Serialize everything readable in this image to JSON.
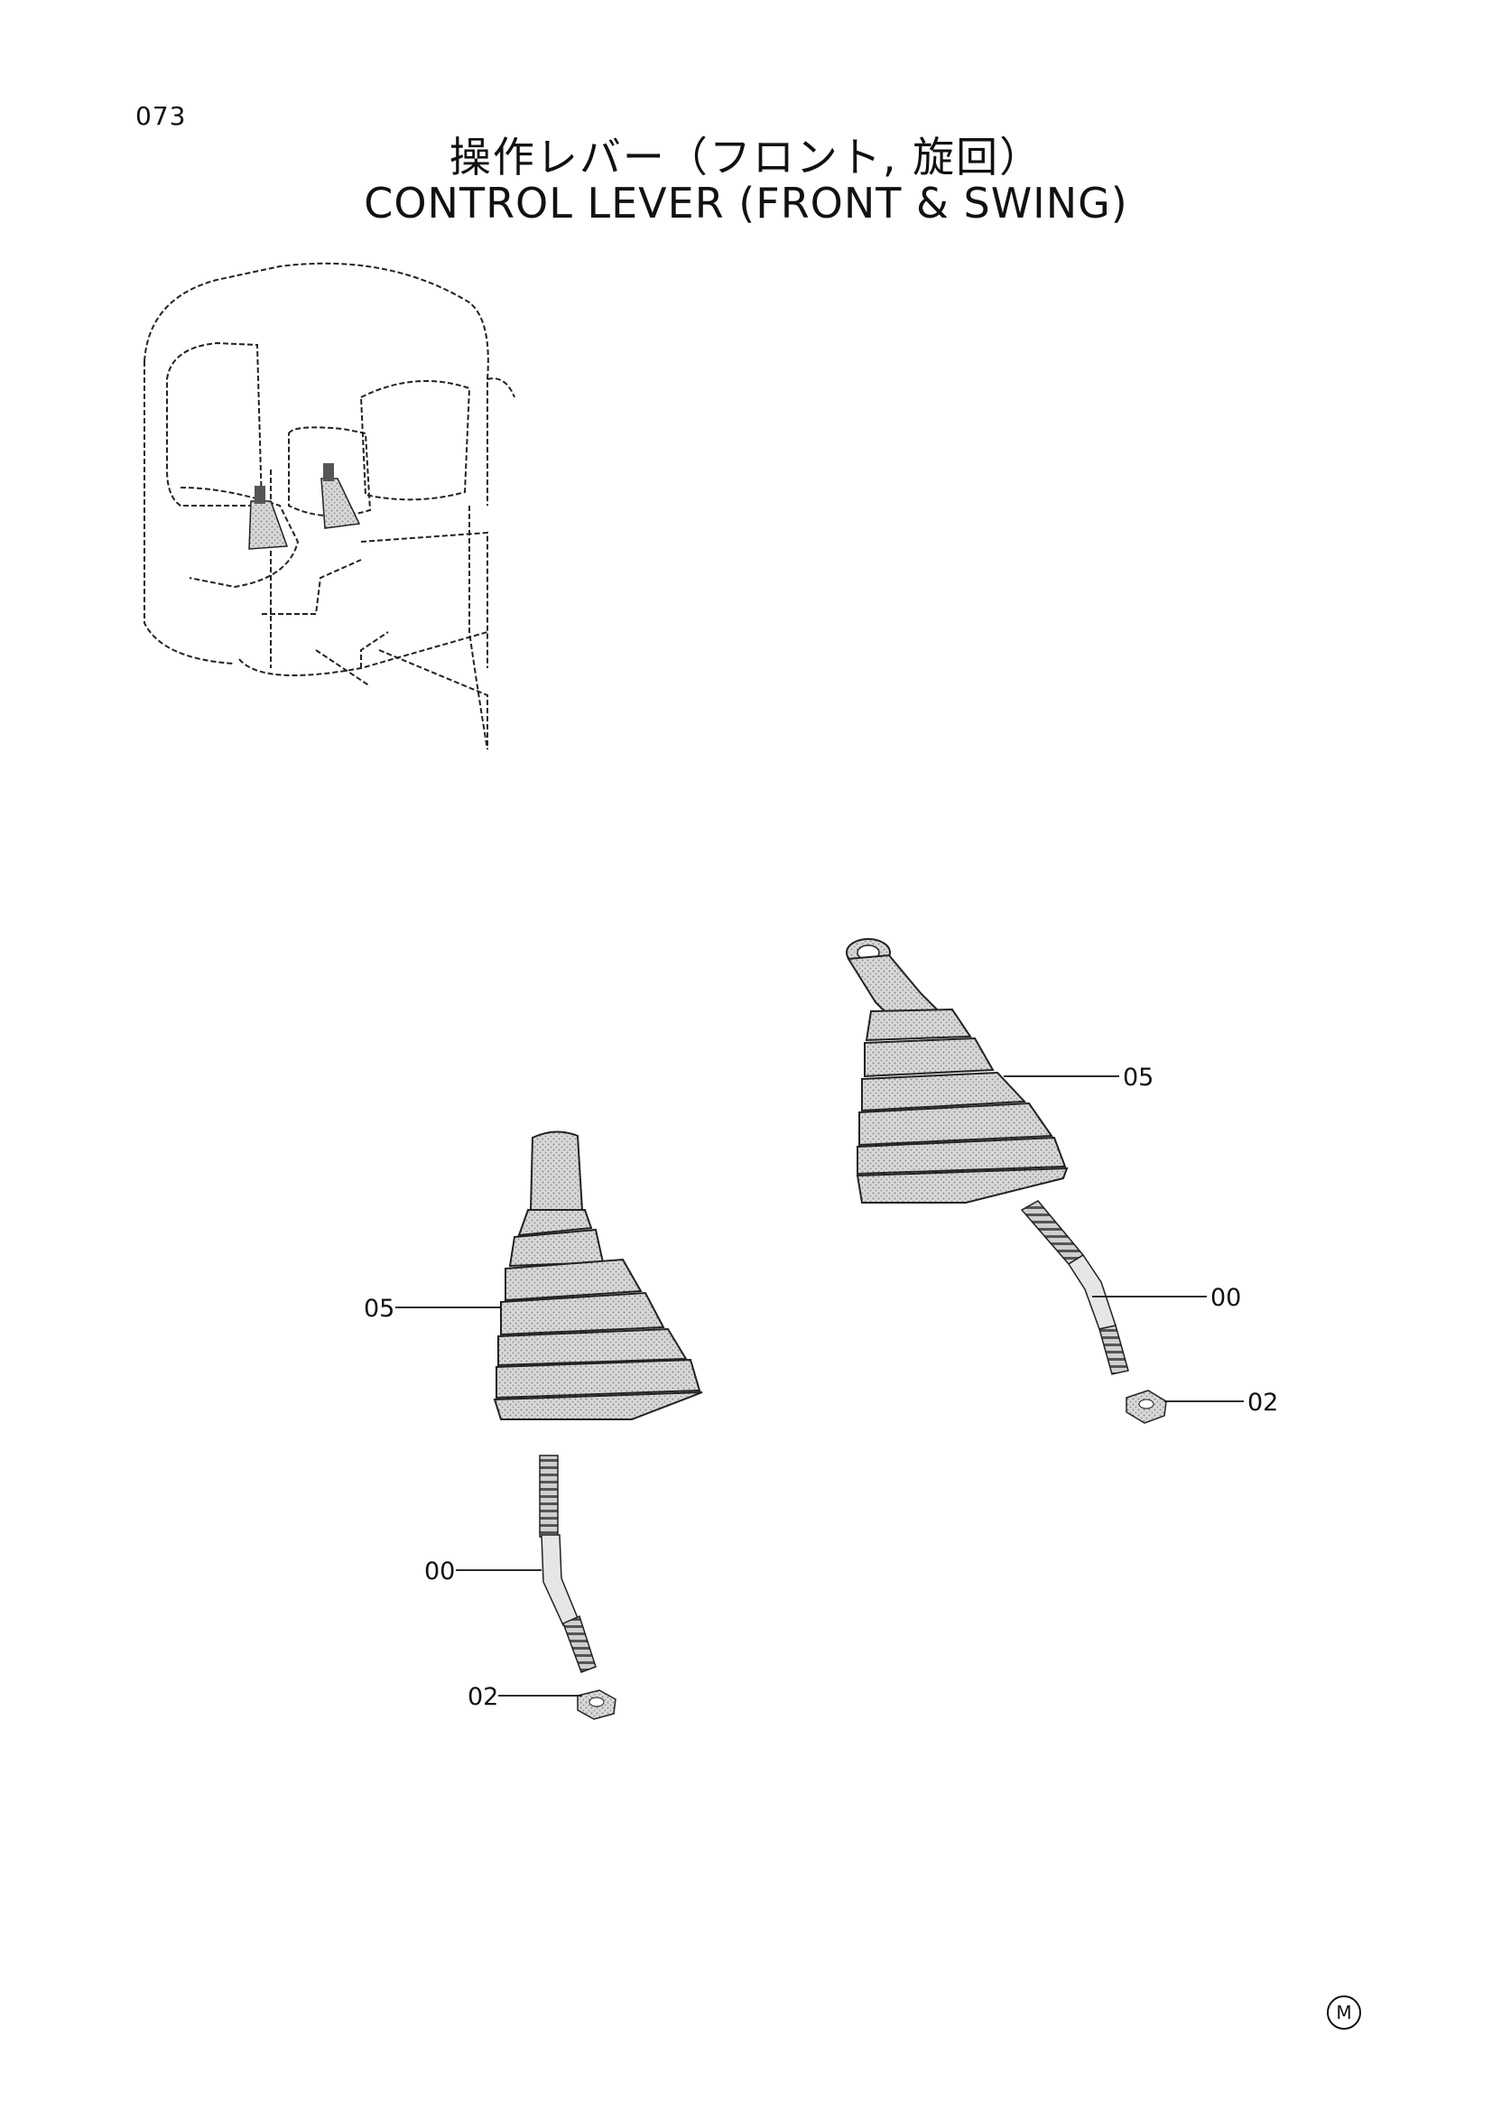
{
  "page": {
    "number": "073"
  },
  "title": {
    "japanese": "操作レバー（フロント, 旋回）",
    "english": "CONTROL LEVER (FRONT & SWING)"
  },
  "callouts": {
    "left_boot": "05",
    "left_lever": "00",
    "left_nut": "02",
    "right_boot": "05",
    "right_lever": "00",
    "right_nut": "02"
  },
  "footer": {
    "mark": "M"
  }
}
